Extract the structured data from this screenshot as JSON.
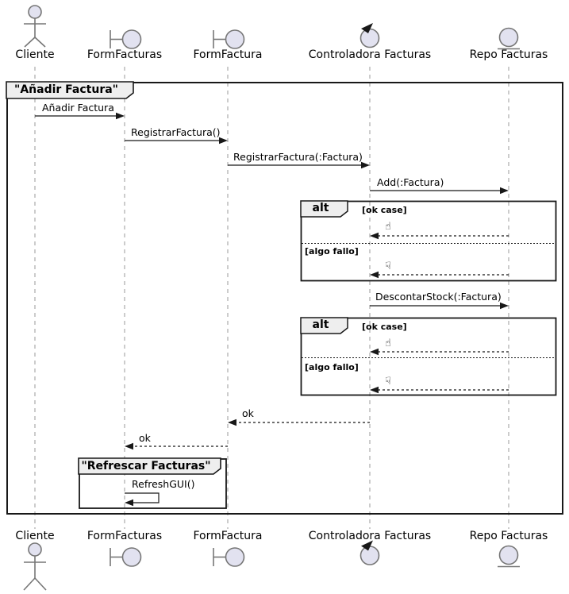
{
  "frame": {
    "title": "\"Añadir Factura\""
  },
  "group": {
    "title": "\"Refrescar Facturas\""
  },
  "alt": {
    "operator": "alt",
    "guard_ok": "[ok case]",
    "guard_fail": "[algo fallo]"
  },
  "participants": {
    "cliente": "Cliente",
    "form_facturas": "FormFacturas",
    "form_factura": "FormFactura",
    "controladora": "Controladora Facturas",
    "repo": "Repo Facturas"
  },
  "messages": {
    "anadir_factura": "Añadir Factura",
    "registrar_factura": "RegistrarFactura()",
    "registrar_factura_param": "RegistrarFactura(:Factura)",
    "add_factura": "Add(:Factura)",
    "descontar_stock": "DescontarStock(:Factura)",
    "ok": "ok",
    "refresh_gui": "RefreshGUI()",
    "thumbs_up": "☝",
    "thumbs_down": "☟"
  },
  "colors": {
    "line": "#181818",
    "lifeline": "#999999",
    "icon_fill": "#E2E2F0",
    "icon_stroke": "#767676",
    "header_bg": "#EEEEEE"
  }
}
